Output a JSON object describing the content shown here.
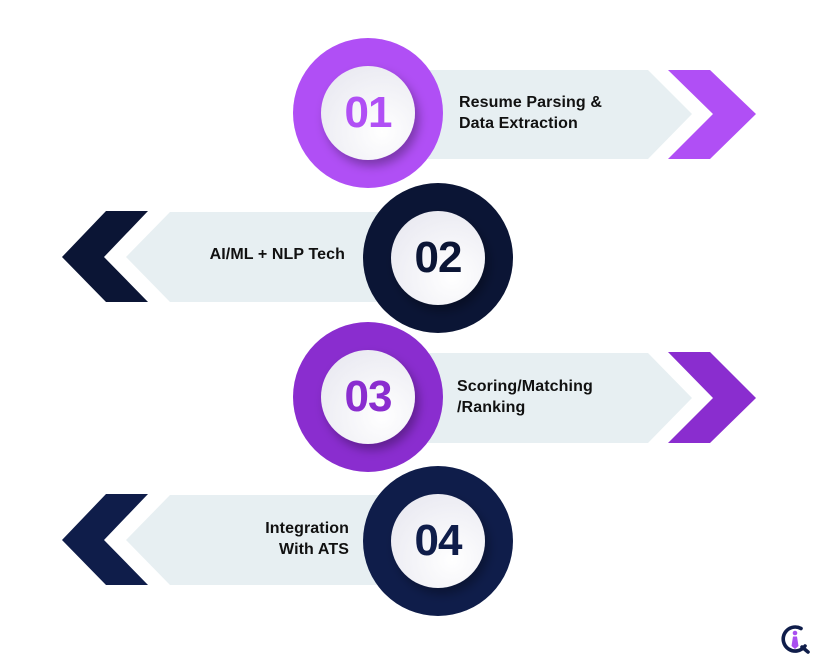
{
  "steps": [
    {
      "number": "01",
      "lines": [
        "Resume Parsing &",
        "Data Extraction"
      ],
      "direction": "right",
      "accent": "#b04ff5"
    },
    {
      "number": "02",
      "lines": [
        "AI/ML + NLP Tech"
      ],
      "direction": "left",
      "accent": "#0b1535"
    },
    {
      "number": "03",
      "lines": [
        "Scoring/Matching",
        "/Ranking"
      ],
      "direction": "right",
      "accent": "#8a2dcf"
    },
    {
      "number": "04",
      "lines": [
        "Integration",
        "With ATS"
      ],
      "direction": "left",
      "accent": "#0f1d4a"
    }
  ],
  "colors": {
    "banner": "#e7eff2",
    "inner_circle": "#f4f4f8",
    "text": "#111111"
  },
  "logo": {
    "icon": "info-person-logo-icon",
    "ring_color": "#0f1d4a",
    "figure_color": "#a94ef0"
  }
}
